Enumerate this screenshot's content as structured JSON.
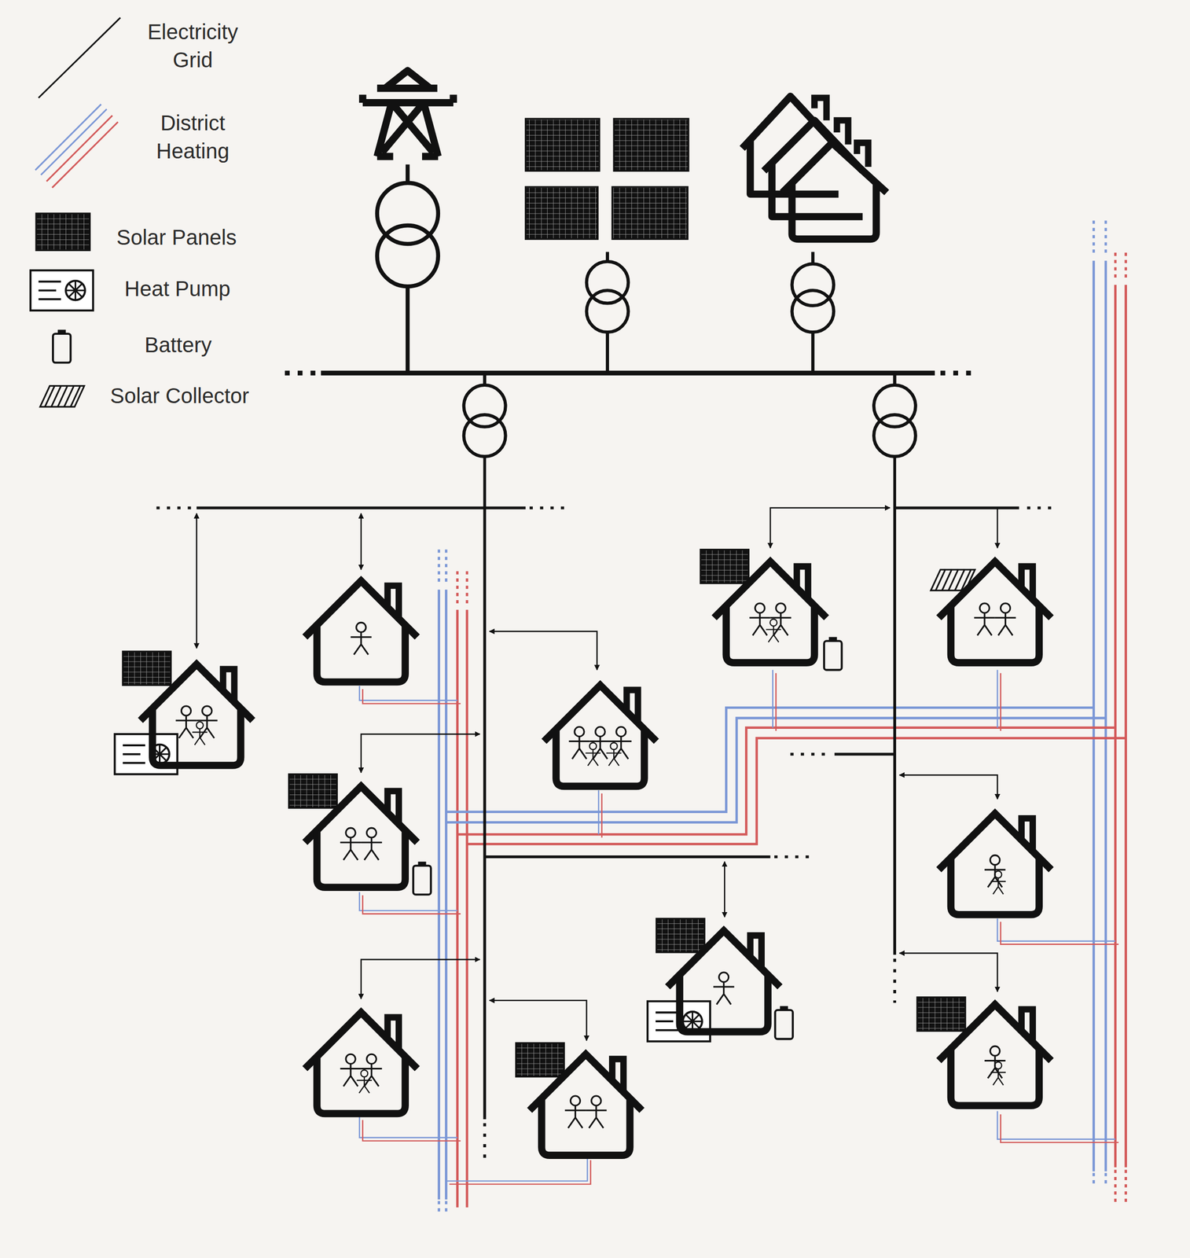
{
  "diagram": {
    "legend": [
      {
        "text": "Electricity Grid"
      },
      {
        "text": "District Heating"
      },
      {
        "text": "Solar Panels"
      },
      {
        "text": "Heat Pump"
      },
      {
        "text": "Battery"
      },
      {
        "text": "Solar Collector"
      }
    ]
  }
}
